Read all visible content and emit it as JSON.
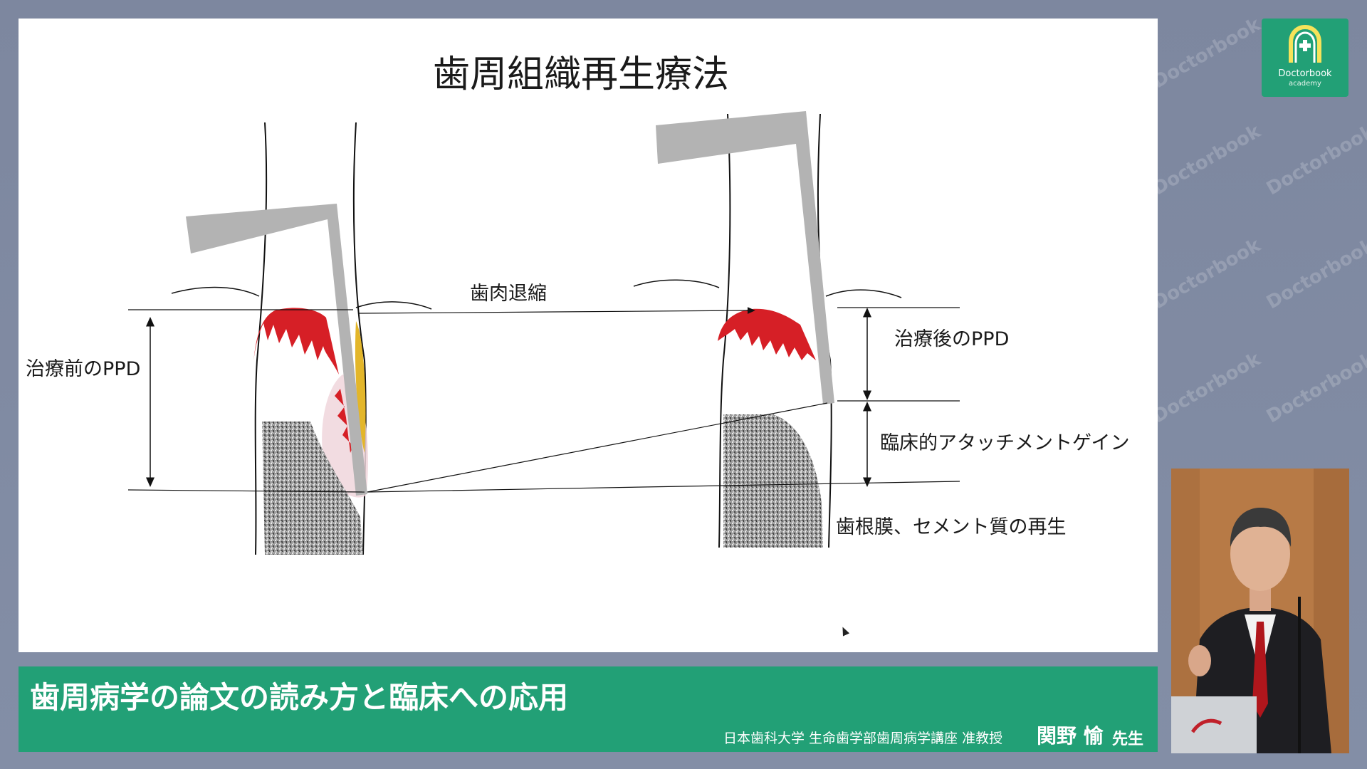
{
  "slide": {
    "title": "歯周組織再生療法",
    "labels": {
      "pre_ppd": "治療前のPPD",
      "recession": "歯肉退縮",
      "post_ppd": "治療後のPPD",
      "attachment_gain": "臨床的アタッチメントゲイン",
      "regeneration": "歯根膜、セメント質の再生"
    }
  },
  "banner": {
    "title": "歯周病学の論文の読み方と臨床への応用",
    "affiliation": "日本歯科大学 生命歯学部歯周病学講座 准教授",
    "presenter_name": "関野 愉",
    "presenter_suffix": "先生"
  },
  "logo": {
    "name": "Doctorbook",
    "sub": "academy",
    "icon": "doctorbook-shield-icon"
  },
  "watermark_text": "Doctorbook",
  "colors": {
    "brand_green": "#22a076",
    "gingiva_red": "#d61f26",
    "calculus_yellow": "#e3b62a",
    "probe_gray": "#b3b3b3"
  },
  "icons": {
    "cursor": "mouse-cursor-icon"
  }
}
